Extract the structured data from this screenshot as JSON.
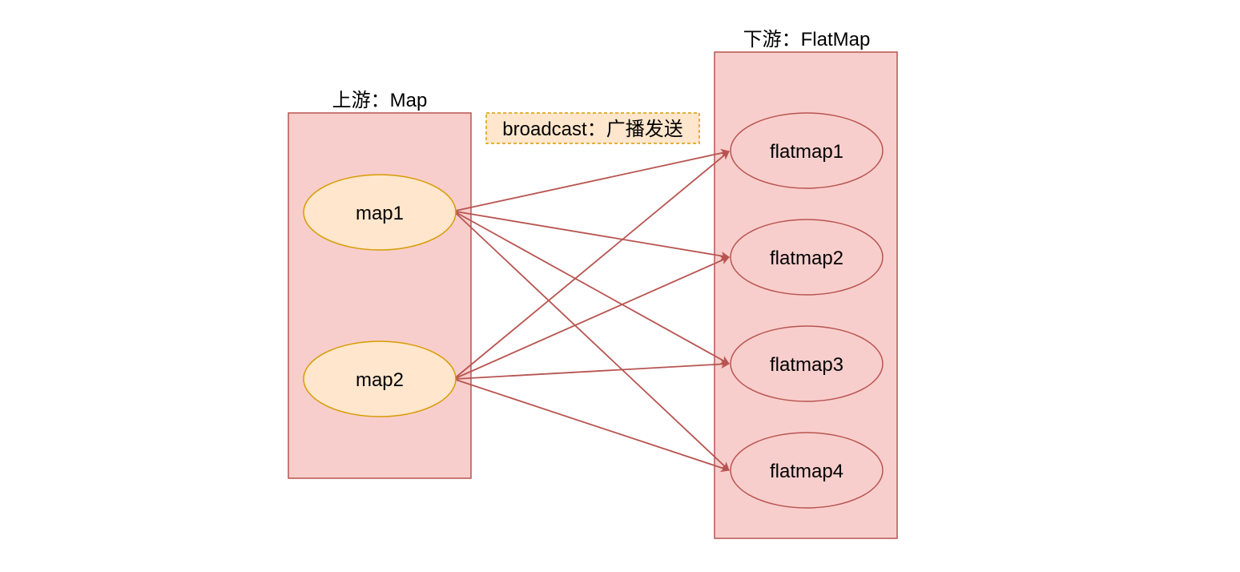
{
  "diagram": {
    "upstream": {
      "title": "上游：Map",
      "nodes": [
        {
          "id": "map1",
          "label": "map1"
        },
        {
          "id": "map2",
          "label": "map2"
        }
      ]
    },
    "downstream": {
      "title": "下游：FlatMap",
      "nodes": [
        {
          "id": "flatmap1",
          "label": "flatmap1"
        },
        {
          "id": "flatmap2",
          "label": "flatmap2"
        },
        {
          "id": "flatmap3",
          "label": "flatmap3"
        },
        {
          "id": "flatmap4",
          "label": "flatmap4"
        }
      ]
    },
    "annotation": {
      "label": "broadcast：广播发送"
    },
    "edges": [
      {
        "from": "map1",
        "to": "flatmap1"
      },
      {
        "from": "map1",
        "to": "flatmap2"
      },
      {
        "from": "map1",
        "to": "flatmap3"
      },
      {
        "from": "map1",
        "to": "flatmap4"
      },
      {
        "from": "map2",
        "to": "flatmap1"
      },
      {
        "from": "map2",
        "to": "flatmap2"
      },
      {
        "from": "map2",
        "to": "flatmap3"
      },
      {
        "from": "map2",
        "to": "flatmap4"
      }
    ]
  },
  "colors": {
    "container_fill": "#f8cecc",
    "container_stroke": "#b85450",
    "upstream_node_fill": "#ffe6cc",
    "upstream_node_stroke": "#d79b00",
    "downstream_node_fill": "#f8cecc",
    "downstream_node_stroke": "#b85450",
    "edge": "#b85450",
    "annotation_fill": "#ffe6cc",
    "annotation_stroke": "#d79b00"
  }
}
